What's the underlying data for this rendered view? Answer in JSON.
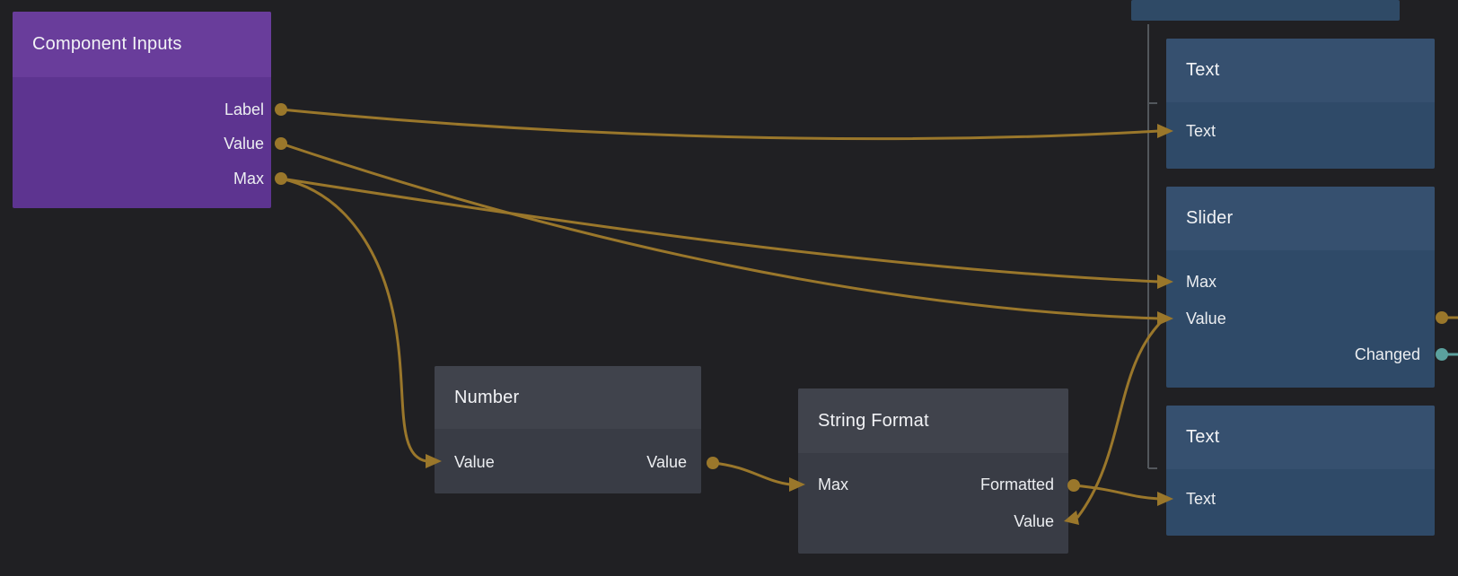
{
  "app": "node-graph-editor",
  "colors": {
    "background": "#202023",
    "connection_amber": "#9a772b",
    "signal_teal": "#5ba19e",
    "hierarchy_line": "#53575c",
    "component_inputs_header": "#693d9b",
    "component_inputs_body": "#5d3490",
    "data_node_header": "#40434c",
    "data_node_body": "#393c45",
    "visual_node_header": "#36506f",
    "visual_node_body": "#2f4a68"
  },
  "nodes": {
    "component_inputs": {
      "title": "Component Inputs",
      "ports": {
        "label": "Label",
        "value": "Value",
        "max": "Max"
      }
    },
    "number": {
      "title": "Number",
      "ports": {
        "input_value": "Value",
        "output_value": "Value"
      }
    },
    "string_format": {
      "title": "String Format",
      "ports": {
        "max": "Max",
        "formatted": "Formatted",
        "value": "Value"
      }
    },
    "text_top": {
      "title": "Text",
      "ports": {
        "text": "Text"
      }
    },
    "slider": {
      "title": "Slider",
      "ports": {
        "max": "Max",
        "value": "Value",
        "changed": "Changed"
      }
    },
    "text_bottom": {
      "title": "Text",
      "ports": {
        "text": "Text"
      }
    }
  },
  "connections": [
    {
      "from": "Component Inputs.Label",
      "to": "Text (top).Text"
    },
    {
      "from": "Component Inputs.Value",
      "to": "Slider.Value"
    },
    {
      "from": "Component Inputs.Max",
      "to": "Slider.Max"
    },
    {
      "from": "Component Inputs.Max",
      "to": "Number.Value"
    },
    {
      "from": "Number.Value",
      "to": "String Format.Max"
    },
    {
      "from": "String Format.Formatted",
      "to": "Text (bottom).Text"
    },
    {
      "from": "Slider.Value",
      "to": "String Format.Value"
    },
    {
      "from": "Slider.Value",
      "to": "offscreen-right"
    },
    {
      "from": "Slider.Changed",
      "to": "offscreen-right"
    }
  ]
}
